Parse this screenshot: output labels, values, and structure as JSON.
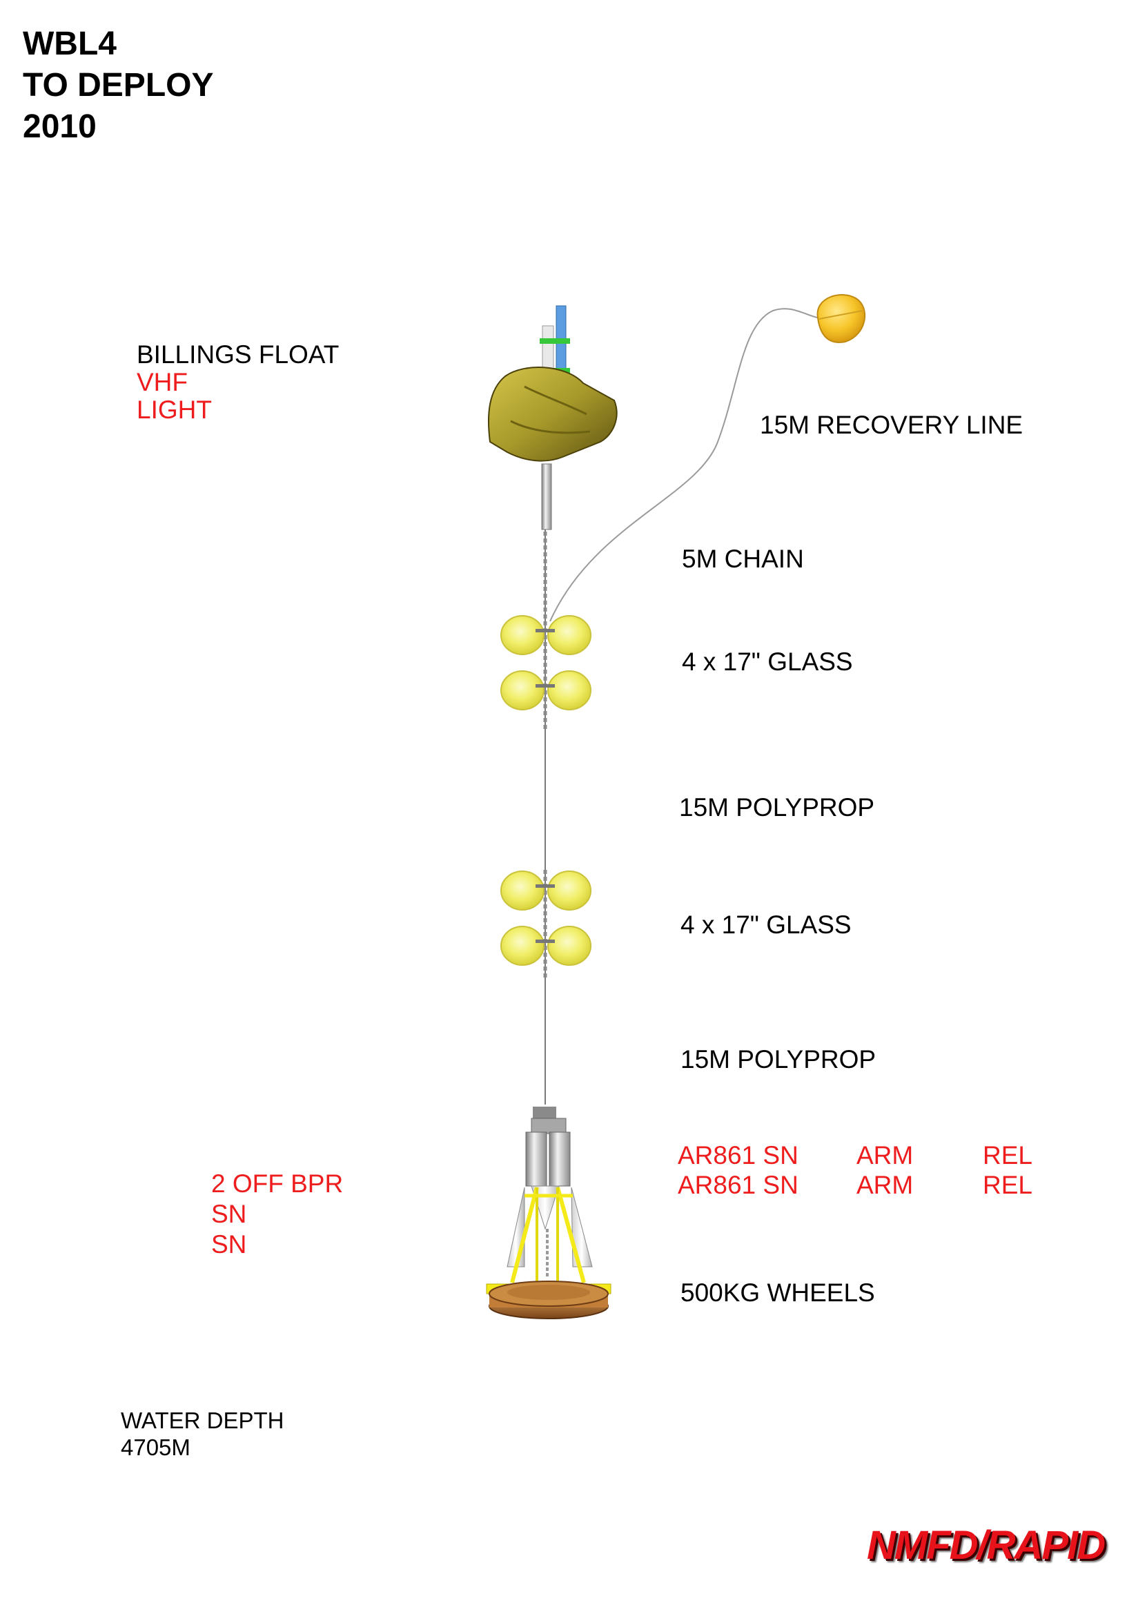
{
  "header": {
    "line1": "WBL4",
    "line2": "TO DEPLOY",
    "line3": "2010"
  },
  "float": {
    "name": "BILLINGS FLOAT",
    "item1": "VHF",
    "item2": "LIGHT"
  },
  "labels": {
    "recovery_line": "15M RECOVERY LINE",
    "chain": "5M CHAIN",
    "glass_upper": "4 x 17\" GLASS",
    "polyprop_upper": "15M POLYPROP",
    "glass_lower": "4 x 17\" GLASS",
    "polyprop_lower": "15M POLYPROP",
    "wheels": "500KG WHEELS"
  },
  "releases": [
    {
      "model": "AR861 SN",
      "arm": "ARM",
      "rel": "REL"
    },
    {
      "model": "AR861 SN",
      "arm": "ARM",
      "rel": "REL"
    }
  ],
  "bpr": {
    "title": "2 OFF BPR",
    "sn1": "SN",
    "sn2": "SN"
  },
  "depth": {
    "label": "WATER DEPTH",
    "value": "4705M"
  },
  "logo": "NMFD/RAPID",
  "colors": {
    "label_red": "#ee1c1c",
    "glass_yellow": "#f2f06a",
    "float_olive": "#b5a52c",
    "frame_yellow": "#f4ea1a",
    "base_brown": "#a9662a"
  }
}
